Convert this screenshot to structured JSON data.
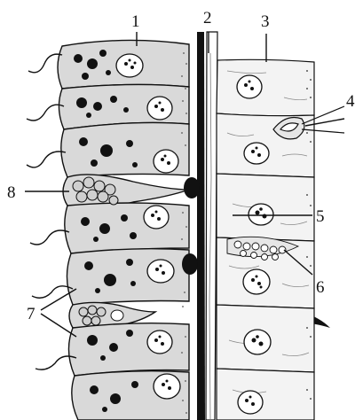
{
  "labels": {
    "l1": "1",
    "l2": "2",
    "l3": "3",
    "l4": "4",
    "l5": "5",
    "l6": "6",
    "l7": "7",
    "l8": "8"
  },
  "colors": {
    "left_cells": "#d9d9d9",
    "right_cells": "#f3f3f3",
    "ink": "#111111",
    "nucleus": "#ffffff"
  }
}
